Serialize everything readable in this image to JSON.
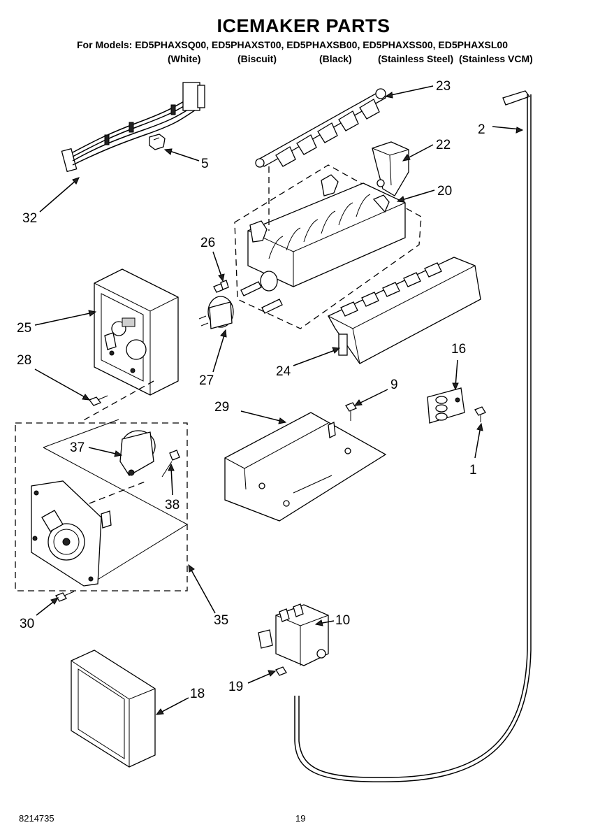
{
  "title": "ICEMAKER PARTS",
  "models_line": "For Models: ED5PHAXSQ00, ED5PHAXST00, ED5PHAXSB00, ED5PHAXSS00, ED5PHAXSL00",
  "variants": [
    "(White)",
    "(Biscuit)",
    "(Black)",
    "(Stainless Steel)",
    "(Stainless VCM)"
  ],
  "callouts": {
    "c1": "1",
    "c2": "2",
    "c5": "5",
    "c9": "9",
    "c10": "10",
    "c16": "16",
    "c18": "18",
    "c19": "19",
    "c20": "20",
    "c22": "22",
    "c23": "23",
    "c24": "24",
    "c25": "25",
    "c26": "26",
    "c27": "27",
    "c28": "28",
    "c29": "29",
    "c30": "30",
    "c32": "32",
    "c35": "35",
    "c37": "37",
    "c38": "38"
  },
  "footer": {
    "doc_number": "8214735",
    "page_number": "19"
  }
}
